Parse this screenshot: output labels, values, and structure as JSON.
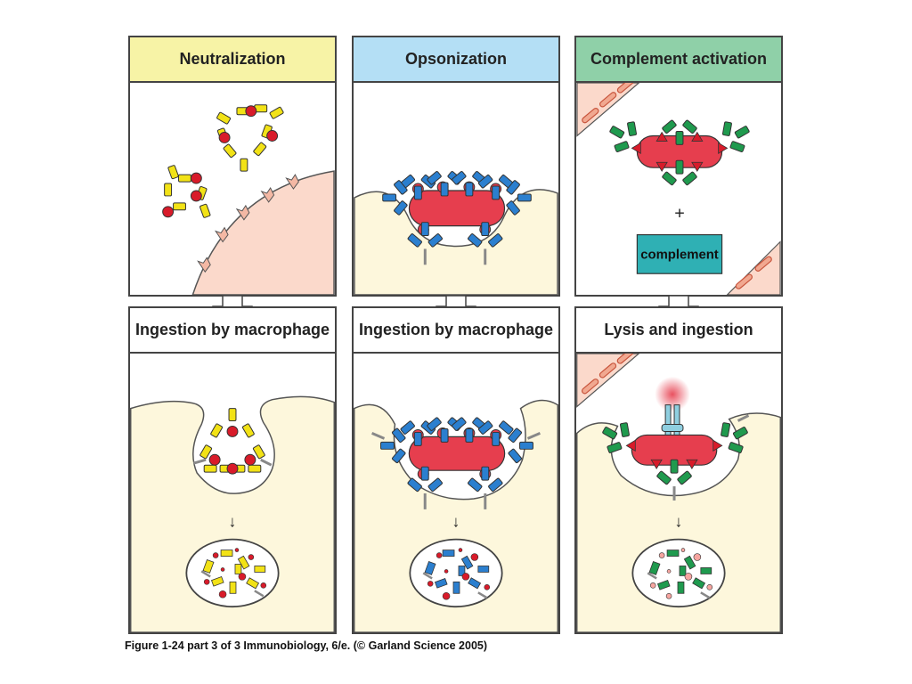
{
  "panels": {
    "neutralization": {
      "title": "Neutralization",
      "header_color": "#f7f3a6"
    },
    "opsonization": {
      "title": "Opsonization",
      "header_color": "#b4dff5"
    },
    "complement_activation": {
      "title": "Complement activation",
      "header_color": "#8fd0a8",
      "plus": "+",
      "complement_label": "complement",
      "complement_color": "#2fb0b4"
    },
    "ingestion_1": {
      "title": "Ingestion by  macrophage"
    },
    "ingestion_2": {
      "title": "Ingestion by macrophage"
    },
    "lysis": {
      "title": "Lysis and ingestion"
    }
  },
  "colors": {
    "antibody_neutralization": "#f2e216",
    "antibody_opsonization": "#2b7fcf",
    "antibody_complement": "#1f9a4e",
    "bacterium": "#e63e4e",
    "toxin": "#d81b2a",
    "macrophage": "#fdf7dc",
    "cell": "#fbd9cb"
  },
  "caption": "Figure 1-24 part 3 of 3  Immunobiology, 6/e. (© Garland Science 2005)"
}
